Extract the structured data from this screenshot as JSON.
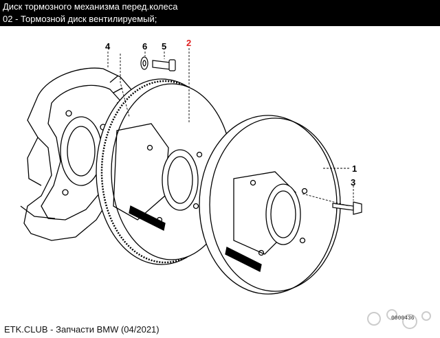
{
  "header": {
    "title": "Диск тормозного механизма перед.колеса",
    "subtitle": "02 - Тормозной диск вентилируемый;"
  },
  "callouts": [
    {
      "id": "part-4",
      "label": "4"
    },
    {
      "id": "part-6",
      "label": "6"
    },
    {
      "id": "part-5",
      "label": "5"
    },
    {
      "id": "part-2",
      "label": "2",
      "color": "#e02020"
    },
    {
      "id": "part-1",
      "label": "1"
    },
    {
      "id": "part-3",
      "label": "3"
    }
  ],
  "image_code": "0000436",
  "footer": "ETK.CLUB - Запчасти BMW (04/2021)",
  "colors": {
    "header_bg": "#000000",
    "header_text": "#ffffff",
    "highlight": "#e02020"
  }
}
